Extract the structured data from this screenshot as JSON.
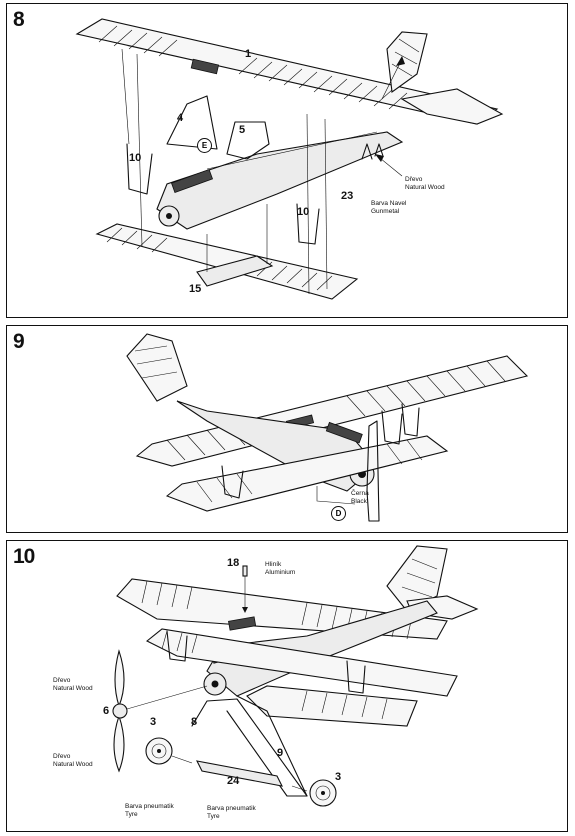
{
  "steps": [
    {
      "number": "8",
      "parts": [
        "1",
        "4",
        "5",
        "10",
        "10",
        "15",
        "23"
      ],
      "callouts": [
        "E"
      ],
      "notes": [
        {
          "cz": "Dřevo",
          "en": "Natural Wood"
        },
        {
          "cz": "Barva Navel",
          "en": "Gunmetal"
        }
      ]
    },
    {
      "number": "9",
      "callouts": [
        "D"
      ],
      "notes": [
        {
          "cz": "Černá",
          "en": "Black"
        }
      ]
    },
    {
      "number": "10",
      "parts": [
        "18",
        "6",
        "3",
        "8",
        "9",
        "24",
        "3"
      ],
      "notes": [
        {
          "cz": "Hliník",
          "en": "Aluminium"
        },
        {
          "cz": "Dřevo",
          "en": "Natural Wood"
        },
        {
          "cz": "Dřevo",
          "en": "Natural Wood"
        },
        {
          "cz": "Barva pneumatik",
          "en": "Tyre"
        },
        {
          "cz": "Barva pneumatik",
          "en": "Tyre"
        }
      ]
    }
  ]
}
